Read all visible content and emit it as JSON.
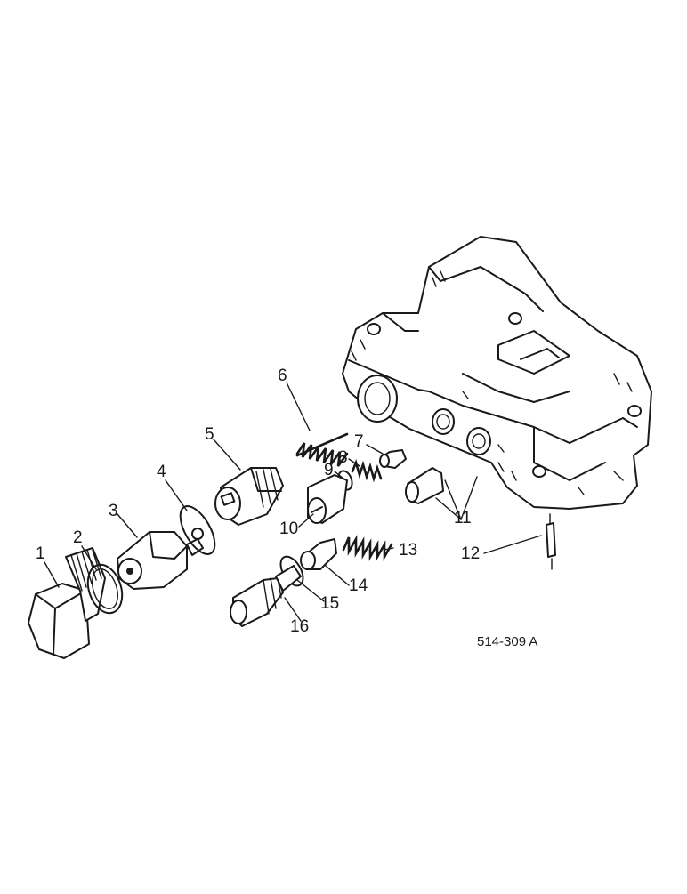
{
  "figure": {
    "reference": "514-309 A",
    "callouts": [
      "1",
      "2",
      "3",
      "4",
      "5",
      "6",
      "7",
      "8",
      "9",
      "10",
      "11",
      "12",
      "13",
      "14",
      "15",
      "16"
    ]
  }
}
